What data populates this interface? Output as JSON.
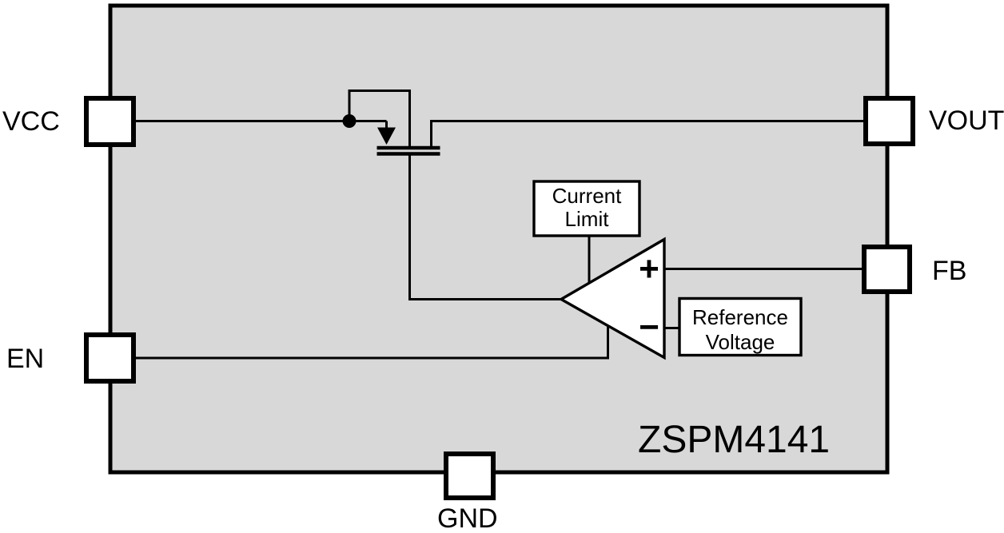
{
  "diagram": {
    "chip_label": "ZSPM4141",
    "pins": [
      {
        "id": "vcc",
        "label": "VCC"
      },
      {
        "id": "vout",
        "label": "VOUT"
      },
      {
        "id": "fb",
        "label": "FB"
      },
      {
        "id": "en",
        "label": "EN"
      },
      {
        "id": "gnd",
        "label": "GND"
      }
    ],
    "blocks": {
      "current_limit": {
        "line1": "Current",
        "line2": "Limit"
      },
      "reference_voltage": {
        "line1": "Reference",
        "line2": "Voltage"
      }
    },
    "error_amplifier": {
      "noninverting_label": "+",
      "inverting_label": "−"
    },
    "colors": {
      "chip_fill": "#d8d8d8",
      "line": "#000000",
      "block_fill": "#ffffff",
      "pin_fill": "#ffffff",
      "text": "#000000",
      "page_background": "#ffffff"
    }
  }
}
